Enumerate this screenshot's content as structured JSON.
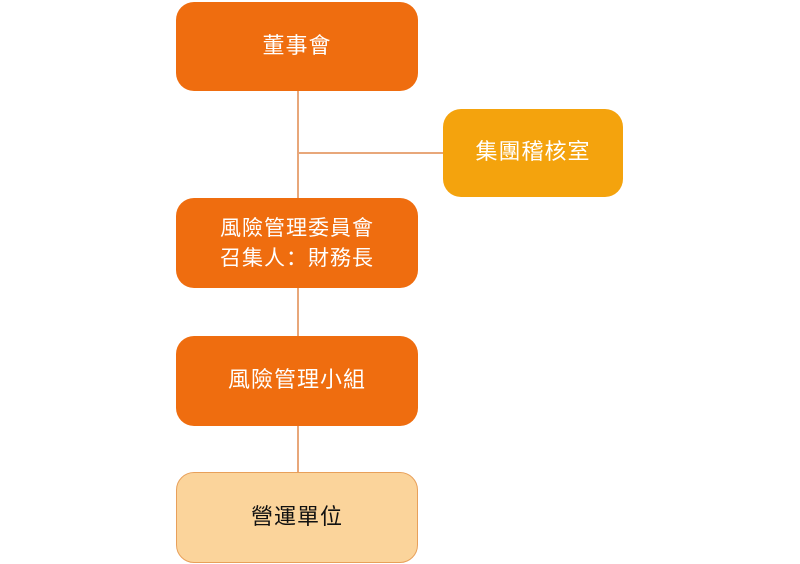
{
  "org_chart": {
    "board": {
      "label": "董事會"
    },
    "audit_office": {
      "label": "集團稽核室"
    },
    "risk_committee": {
      "line1": "風險管理委員會",
      "line2": "召集人：財務長"
    },
    "risk_team": {
      "label": "風險管理小組"
    },
    "operating_units": {
      "label": "營運單位"
    }
  },
  "colors": {
    "primary_box": "#ef6d0f",
    "audit_box": "#f4a30d",
    "operating_box": "#fbd49b",
    "connector": "#e8a77a"
  }
}
